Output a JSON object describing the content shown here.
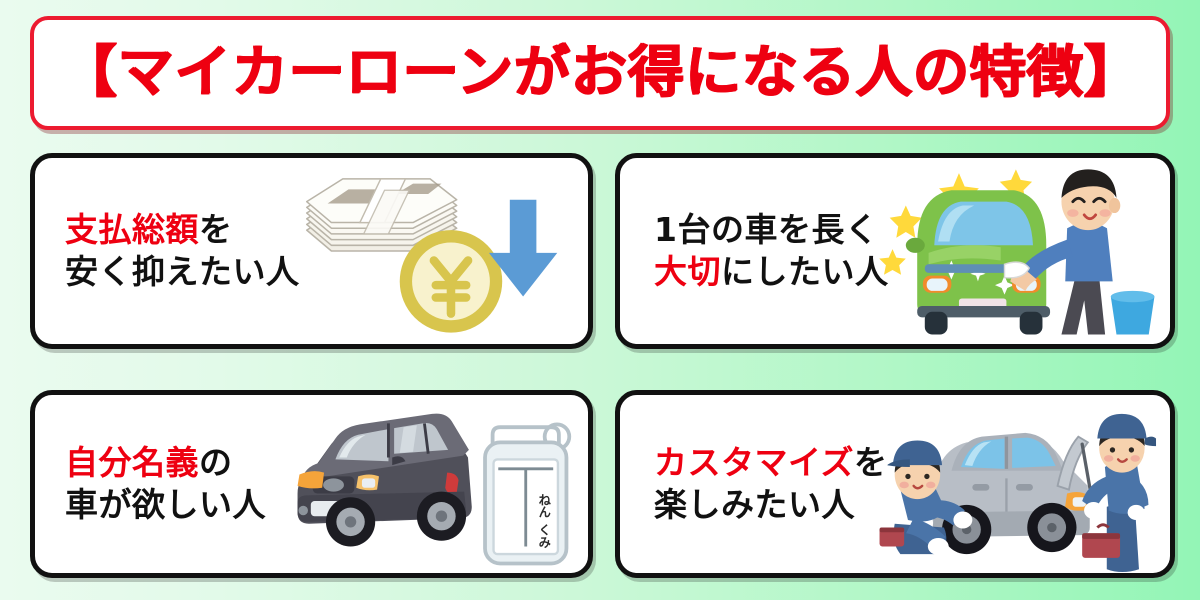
{
  "header": {
    "title": "【マイカーローンがお得になる人の特徴】",
    "title_color": "#ee0011",
    "border_color": "#ec1b30",
    "background_color": "#ffffff"
  },
  "theme": {
    "background_gradient_start": "#eafbef",
    "background_gradient_end": "#93f5b6",
    "card_border_color": "#111111",
    "card_background": "#ffffff",
    "highlight_color": "#ee0011",
    "text_color": "#111111"
  },
  "cards": [
    {
      "id": "card-payment-total",
      "line1_highlight": "支払総額",
      "line1_rest": "を",
      "line2_highlight": "",
      "line2_rest": "安く抑えたい人",
      "art_name": "banknotes-yen-coin-down-arrow-illustration",
      "art_labels": {
        "coin_symbol": "¥"
      }
    },
    {
      "id": "card-long-term-care",
      "line1_highlight": "",
      "line1_rest": "1台の車を長く",
      "line2_highlight": "大切",
      "line2_rest": "にしたい人",
      "art_name": "person-washing-green-car-illustration",
      "art_labels": {}
    },
    {
      "id": "card-own-name",
      "line1_highlight": "自分名義",
      "line1_rest": "の",
      "line2_highlight": "",
      "line2_rest": "車が欲しい人",
      "art_name": "suv-and-name-tag-illustration",
      "art_labels": {
        "nametag_line1": "ねん",
        "nametag_line2": "くみ"
      }
    },
    {
      "id": "card-customize",
      "line1_highlight": "カスタマイズ",
      "line1_rest": "を",
      "line2_highlight": "",
      "line2_rest": "楽しみたい人",
      "art_name": "two-mechanics-repairing-car-illustration",
      "art_labels": {}
    }
  ]
}
